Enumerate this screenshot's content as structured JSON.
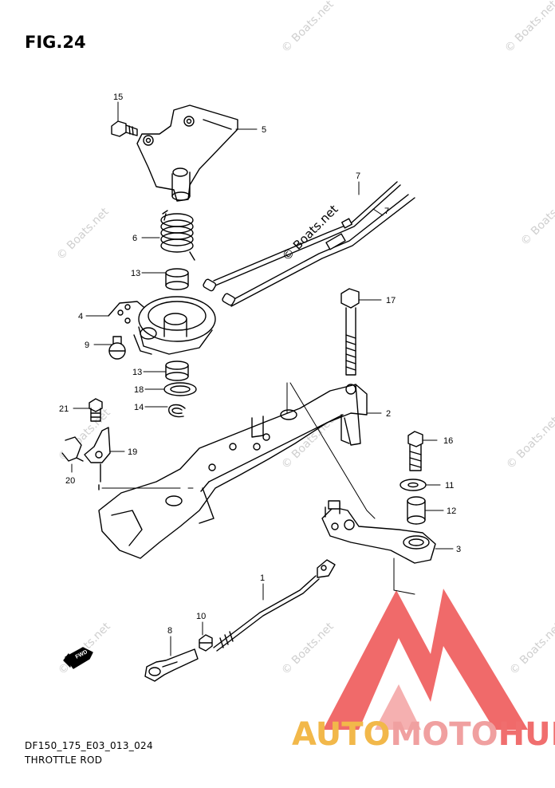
{
  "figure": {
    "title": "FIG.24",
    "code": "DF150_175_E03_013_024",
    "caption": "THROTTLE ROD"
  },
  "callouts": [
    "15",
    "5",
    "7",
    "7",
    "6",
    "13",
    "4",
    "9",
    "13",
    "18",
    "14",
    "21",
    "2",
    "17",
    "19",
    "20",
    "16",
    "11",
    "12",
    "3",
    "1",
    "10",
    "8"
  ],
  "watermark": {
    "text": "© Boats.net",
    "brand_part1": "AUTO",
    "brand_part2": "MOTO",
    "brand_part3": "HUB"
  },
  "icons": {
    "direction_arrow": "fwd-arrow-icon",
    "direction_label": "FWD",
    "logo": "automotohub-triangle-logo"
  },
  "colors": {
    "line": "#000000",
    "logo_red": "#ee5050",
    "logo_pink": "#f4a7a7",
    "logo_gold": "#f2b84a",
    "watermark_grey": "#cfcfcf"
  }
}
